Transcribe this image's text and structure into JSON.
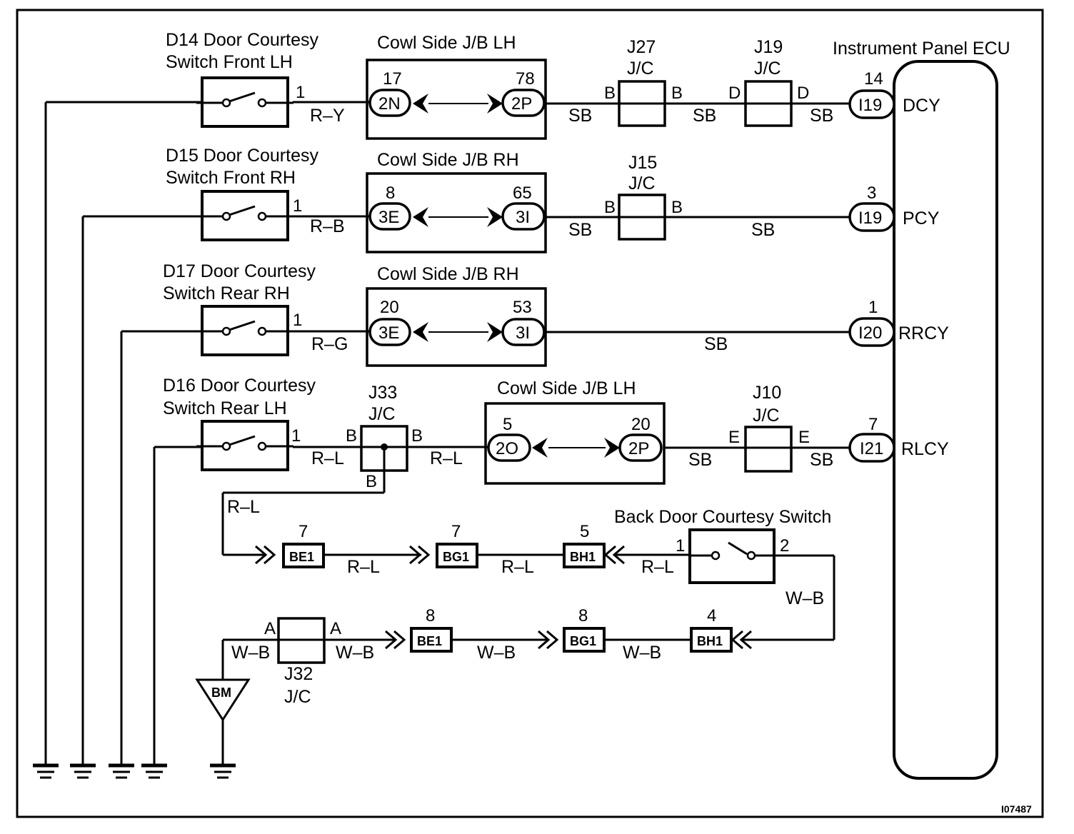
{
  "diagram": {
    "figure_id": "I07487",
    "ecu": {
      "title": "Instrument Panel ECU",
      "terminals": [
        {
          "pin": "14",
          "connector": "I19",
          "signal": "DCY"
        },
        {
          "pin": "3",
          "connector": "I19",
          "signal": "PCY"
        },
        {
          "pin": "1",
          "connector": "I20",
          "signal": "RRCY"
        },
        {
          "pin": "7",
          "connector": "I21",
          "signal": "RLCY"
        }
      ]
    },
    "switches": [
      {
        "title_line1": "D14 Door Courtesy",
        "title_line2": "Switch Front LH",
        "pin": "1",
        "wire": "R–Y"
      },
      {
        "title_line1": "D15 Door Courtesy",
        "title_line2": "Switch Front RH",
        "pin": "1",
        "wire": "R–B"
      },
      {
        "title_line1": "D17 Door Courtesy",
        "title_line2": "Switch Rear RH",
        "pin": "1",
        "wire": "R–G"
      },
      {
        "title_line1": "D16 Door Courtesy",
        "title_line2": "Switch Rear LH",
        "pin": "1",
        "wire": "R–L"
      }
    ],
    "junction_blocks": [
      {
        "title": "Cowl Side J/B LH",
        "left_pin": "17",
        "left_conn": "2N",
        "right_pin": "78",
        "right_conn": "2P"
      },
      {
        "title": "Cowl Side J/B RH",
        "left_pin": "8",
        "left_conn": "3E",
        "right_pin": "65",
        "right_conn": "3I"
      },
      {
        "title": "Cowl Side J/B RH",
        "left_pin": "20",
        "left_conn": "3E",
        "right_pin": "53",
        "right_conn": "3I"
      },
      {
        "title": "Cowl Side J/B LH",
        "left_pin": "5",
        "left_conn": "2O",
        "right_pin": "20",
        "right_conn": "2P"
      }
    ],
    "junction_connectors": {
      "j27": {
        "name": "J27",
        "type": "J/C",
        "left": "B",
        "right": "B"
      },
      "j19": {
        "name": "J19",
        "type": "J/C",
        "left": "D",
        "right": "D"
      },
      "j15": {
        "name": "J15",
        "type": "J/C",
        "left": "B",
        "right": "B"
      },
      "j33": {
        "name": "J33",
        "type": "J/C",
        "left": "B",
        "right": "B",
        "bottom": "B"
      },
      "j10": {
        "name": "J10",
        "type": "J/C",
        "left": "E",
        "right": "E"
      },
      "j32": {
        "name": "J32",
        "type": "J/C",
        "left": "A",
        "right": "A"
      }
    },
    "wire_colors": {
      "sb": "SB",
      "rl": "R–L",
      "wb": "W–B"
    },
    "back_door": {
      "title": "Back Door Courtesy Switch",
      "pin_left": "1",
      "pin_right": "2",
      "rl_connectors": [
        {
          "pin": "7",
          "name": "BE1"
        },
        {
          "pin": "7",
          "name": "BG1"
        },
        {
          "pin": "5",
          "name": "BH1"
        }
      ],
      "wb_connectors": [
        {
          "pin": "8",
          "name": "BE1"
        },
        {
          "pin": "8",
          "name": "BG1"
        },
        {
          "pin": "4",
          "name": "BH1"
        }
      ]
    },
    "ground_point": "BM"
  }
}
